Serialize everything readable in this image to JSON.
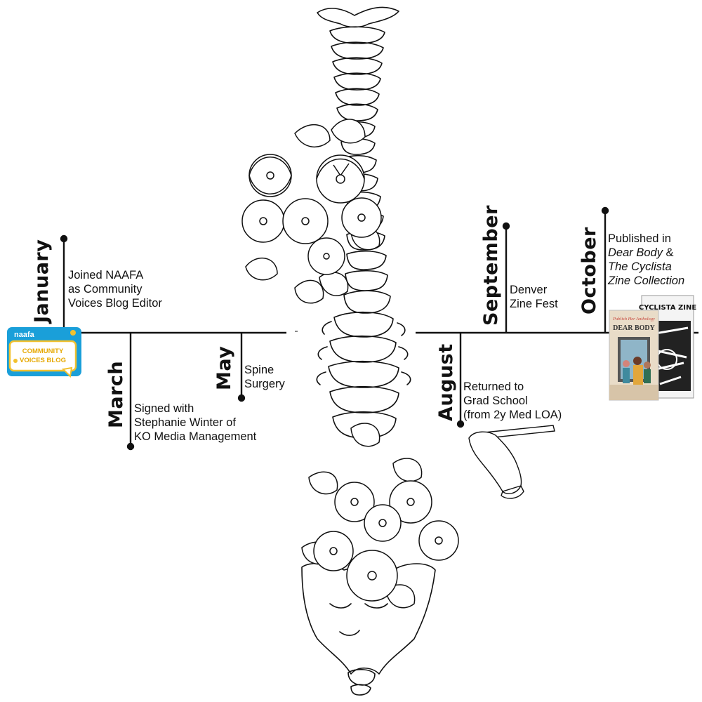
{
  "timeline": {
    "events": [
      {
        "month": "January",
        "lines": [
          "Joined NAAFA",
          "as Community",
          "Voices Blog Editor"
        ]
      },
      {
        "month": "March",
        "lines": [
          "Signed with",
          "Stephanie Winter of",
          "KO Media Management"
        ]
      },
      {
        "month": "May",
        "lines": [
          "Spine",
          "Surgery"
        ]
      },
      {
        "month": "August",
        "lines": [
          "Returned to",
          "Grad School",
          "(from 2y Med LOA)"
        ]
      },
      {
        "month": "September",
        "lines": [
          "Denver",
          "Zine Fest"
        ]
      },
      {
        "month": "October",
        "line1": "Published in",
        "line2_title": "Dear Body",
        "line2_suffix": " &",
        "line3": "The Cyclista",
        "line4": "Zine Collection"
      }
    ]
  },
  "badge": {
    "brand": "naafa",
    "line1": "COMMUNITY",
    "line2": "VOICES BLOG"
  },
  "books": {
    "dear_body": {
      "series": "Publish Her Anthology",
      "title": "DEAR BODY"
    },
    "cyclista": {
      "title": "CYCLISTA ZINE"
    }
  },
  "colors": {
    "ink": "#111111",
    "badge_blue": "#1a9fd9",
    "badge_yellow": "#f2c12e",
    "book_cream": "#e9dcc8",
    "book_red": "#c8463c"
  }
}
